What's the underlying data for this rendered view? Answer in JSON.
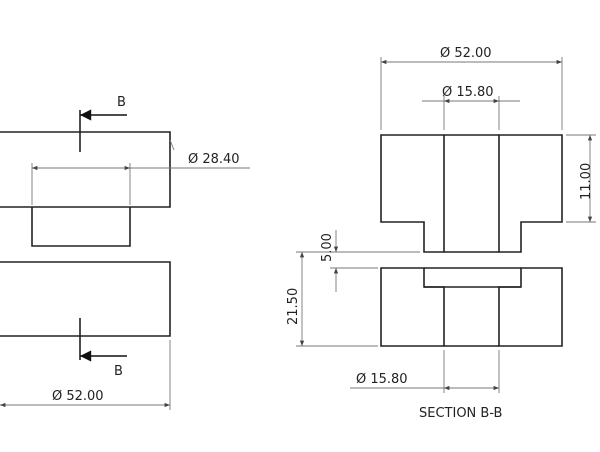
{
  "front_view": {
    "diameter_bore_label": "Ø 28.40",
    "diameter_overall_label": "Ø 52.00",
    "section_marker_top": "B",
    "section_marker_bottom": "B"
  },
  "section_view": {
    "title": "SECTION B-B",
    "diameter_outer_label": "Ø 52.00",
    "diameter_hole_top_label": "Ø 15.80",
    "diameter_hole_bottom_label": "Ø 15.80",
    "height_top_label": "11.00",
    "gap_label": "5.00",
    "height_bottom_label": "21.50"
  }
}
